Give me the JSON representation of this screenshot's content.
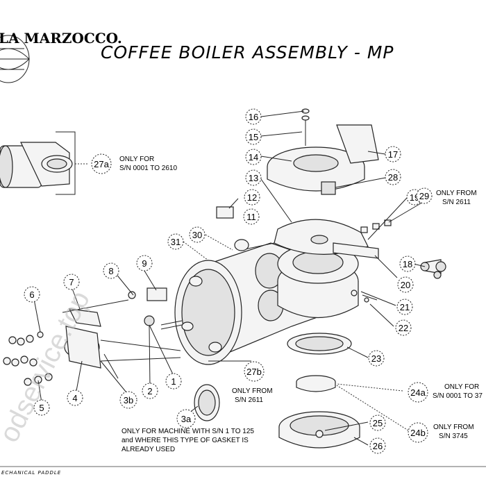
{
  "header": {
    "brand": "LA MARZOCCO.",
    "title": "COFFEE BOILER ASSEMBLY - MP"
  },
  "callouts": [
    {
      "id": "16"
    },
    {
      "id": "15"
    },
    {
      "id": "14"
    },
    {
      "id": "17"
    },
    {
      "id": "28"
    },
    {
      "id": "13"
    },
    {
      "id": "12"
    },
    {
      "id": "11"
    },
    {
      "id": "19"
    },
    {
      "id": "29"
    },
    {
      "id": "31"
    },
    {
      "id": "30"
    },
    {
      "id": "9"
    },
    {
      "id": "8"
    },
    {
      "id": "7"
    },
    {
      "id": "6"
    },
    {
      "id": "18"
    },
    {
      "id": "20"
    },
    {
      "id": "21"
    },
    {
      "id": "22"
    },
    {
      "id": "23"
    },
    {
      "id": "27a"
    },
    {
      "id": "27b"
    },
    {
      "id": "3b"
    },
    {
      "id": "2"
    },
    {
      "id": "1"
    },
    {
      "id": "4"
    },
    {
      "id": "5"
    },
    {
      "id": "3a"
    },
    {
      "id": "24a"
    },
    {
      "id": "24b"
    },
    {
      "id": "25"
    },
    {
      "id": "26"
    }
  ],
  "notes": {
    "n27a_l1": "ONLY FOR",
    "n27a_l2": "S/N 0001 TO 2610",
    "n29_l1": "ONLY FROM",
    "n29_l2": "S/N 2611",
    "n27b_l1": "ONLY FROM",
    "n27b_l2": "S/N 2611",
    "n24a_l1": "ONLY FOR",
    "n24a_l2": "S/N 0001 TO 37",
    "n24b_l1": "ONLY FROM",
    "n24b_l2": "S/N 3745",
    "n3a_l1": "ONLY FOR MACHINE WITH S/N 1 TO 125",
    "n3a_l2": "and WHERE THIS TYPE OF GASKET IS",
    "n3a_l3": "ALREADY USED"
  },
  "footer": "ECHANICAL PADDLE",
  "watermark": "odservice.top"
}
